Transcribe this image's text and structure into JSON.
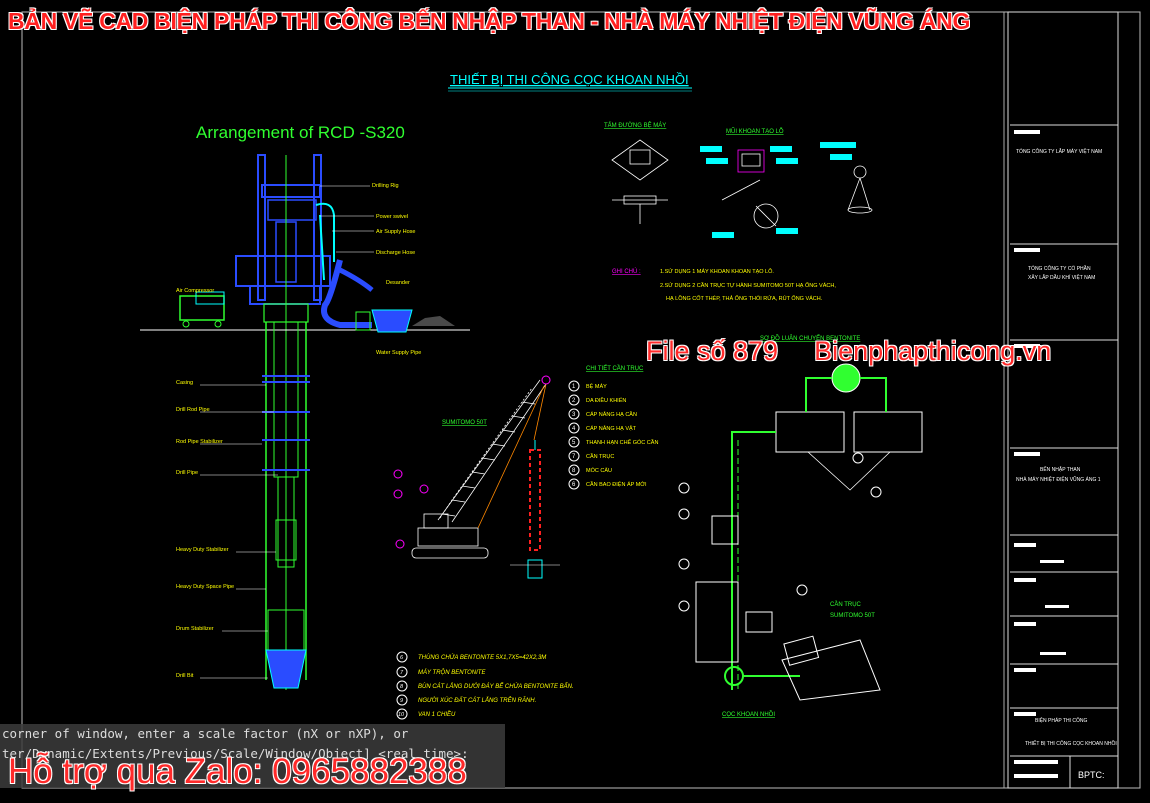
{
  "banner": "BẢN VẼ CAD BIỆN PHÁP THI CÔNG BẾN NHẬP THAN - NHÀ MÁY NHIỆT ĐIỆN VŨNG ÁNG",
  "drawing": {
    "main_title": "THIẾT BỊ THI CÔNG CỌC KHOAN NHỒI",
    "rcd_title": "Arrangement of RCD -S320",
    "rcd_labels": {
      "drilling_rig": "Drilling Rig",
      "power_swivel": "Power swivel",
      "air_supply_hose": "Air Supply Hose",
      "discharge_hose": "Discharge Hose",
      "air_compressor": "Air Compressor",
      "desander": "Desander",
      "water_supply_pipe": "Water Supply Pipe",
      "casing": "Casing",
      "drill_rod_pipe": "Drill Rod Pipe",
      "rod_pipe_stabilizer": "Rod Pipe Stabilizer",
      "drill_pipe": "Drill Pipe",
      "heavy_duty_stabilizer": "Heavy Duty Stabilizer",
      "heavy_duty_space_pipe": "Heavy Duty Space Pipe",
      "drum_stabilizer": "Drum Stabilizer",
      "drill_bit": "Drill Bit"
    },
    "notes_label": "GHI CHÚ :",
    "notes": [
      "1.SỬ DỤNG 1 MÁY KHOAN KHOAN TẠO LỖ.",
      "2.SỬ DỤNG 2 CẦN TRỤC TỰ HÀNH SUMITOMO 50T HẠ ỐNG VÁCH,",
      "HẠ LỒNG CỐT THÉP, THẢ ỐNG THỔI RỬA, RÚT ỐNG VÁCH."
    ],
    "crane_title": "CHI TIẾT CẦN TRỤC",
    "crane_label": "SUMITOMO 50T",
    "legend": [
      {
        "num": "1",
        "text": "BỆ MÁY"
      },
      {
        "num": "2",
        "text": "DA ĐIỀU KHIỂN"
      },
      {
        "num": "3",
        "text": "CÁP NÂNG HẠ CẦN"
      },
      {
        "num": "4",
        "text": "CÁP NÂNG HẠ VẬT"
      },
      {
        "num": "5",
        "text": "THANH HẠN CHẾ GÓC CẦN"
      },
      {
        "num": "7",
        "text": "CẦN TRỤC"
      },
      {
        "num": "8",
        "text": "MÓC CẨU"
      },
      {
        "num": "6",
        "text": "CẦN BAO ĐIỆN ÁP MỚI"
      }
    ],
    "bentonite_legend": [
      {
        "num": "6",
        "text": "THÙNG CHỨA BENTONITE 5X1,7X5=42X2,3M"
      },
      {
        "num": "7",
        "text": "MÁY TRỘN BENTONITE"
      },
      {
        "num": "8",
        "text": "BÙN CÁT LẮNG DƯỚI ĐÁY BỂ CHỨA BENTONITE BẨN."
      },
      {
        "num": "9",
        "text": "NGƯỜI XÚC ĐẤT CÁT LẮNG TRÊN RÃNH."
      },
      {
        "num": "10",
        "text": "VAN 1 CHIỀU"
      }
    ],
    "bentonite_title": "SƠ ĐỒ LUÂN CHUYỂN BENTONITE",
    "cocsabinh": "CỌC KHOAN NHỒI",
    "can_truc_label": "CẦN TRỤC",
    "sumitomo": "SUMITOMO 50T",
    "detail_titles": {
      "a": "TẤM ĐƯỜNG BỆ MÁY",
      "b": "MŨI KHOAN TẠO LỖ"
    }
  },
  "overlay": {
    "file_no": "File số 879",
    "site": "Bienphapthicong.vn",
    "zalo": "Hỗ trợ qua Zalo: 0965882388"
  },
  "command_line": {
    "line1": "corner of window, enter a scale factor (nX or nXP), or",
    "line2": "ter/Dynamic/Extents/Previous/Scale/Window/Object] <real time>:"
  },
  "title_block": {
    "owner": "TỔNG CÔNG TY LẮP MÁY VIỆT NAM",
    "contractor_1": "TỔNG CÔNG TY CỔ PHẦN",
    "contractor_2": "XÂY LẮP DẦU KHÍ VIỆT NAM",
    "project_1": "BẾN NHẬP THAN",
    "project_2": "NHÀ MÁY NHIỆT ĐIỆN VŨNG ÁNG 1",
    "drawing_name": "BIỆN PHÁP THI CÔNG",
    "drawing_sub": "THIẾT BỊ THI CÔNG CỌC KHOAN NHỒI",
    "code_label": "BPTC:"
  },
  "colors": {
    "rig": "#2a4cff",
    "pipe": "#30ff30",
    "cyan": "#00ffff",
    "label": "#ffff00",
    "frame": "#ffffff",
    "red": "#ff2020",
    "magenta": "#ff00ff"
  }
}
